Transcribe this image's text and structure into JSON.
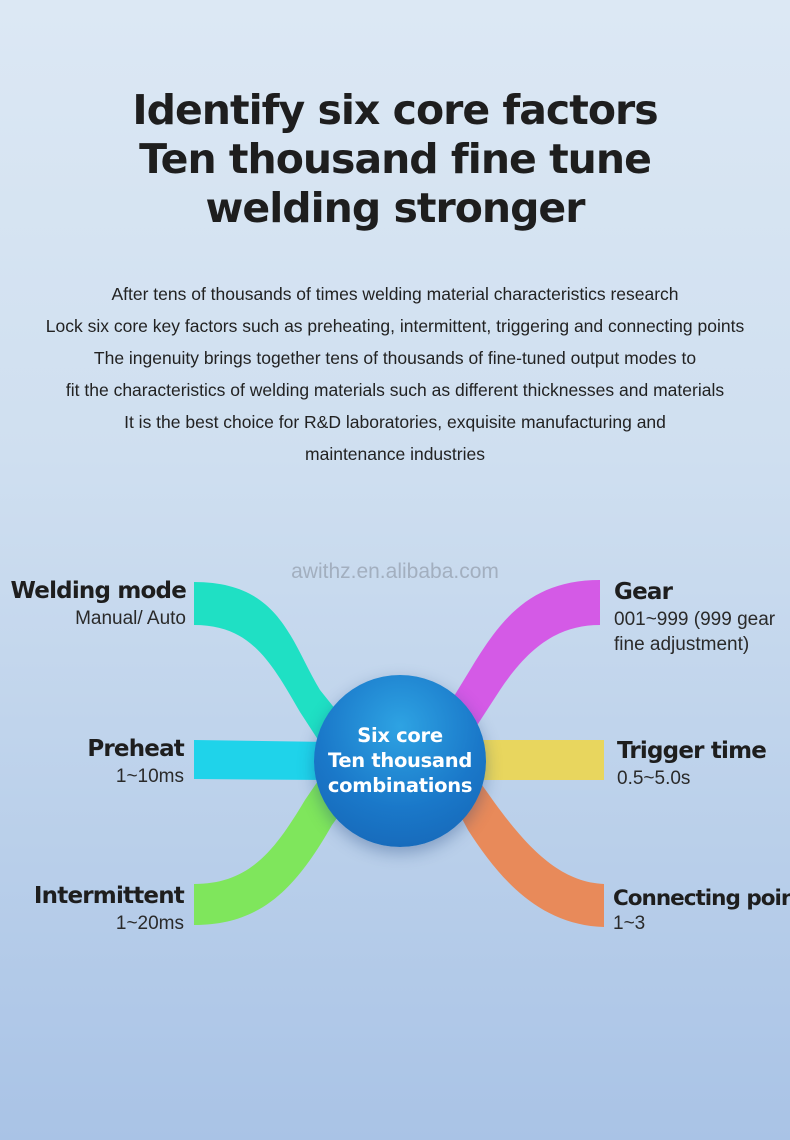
{
  "headline": [
    "Identify six core factors",
    "Ten thousand fine tune",
    "welding stronger"
  ],
  "intro": [
    "After tens of thousands of times welding material characteristics research",
    "Lock six core key factors such as preheating, intermittent, triggering and connecting points",
    "The ingenuity brings together tens of thousands of fine-tuned output modes to",
    "fit the characteristics of welding materials such as different thicknesses and materials",
    "It is the best choice for R&D laboratories, exquisite manufacturing and",
    "maintenance industries"
  ],
  "watermark": "awithz.en.alibaba.com",
  "hub": [
    "Six core",
    "Ten thousand",
    "combinations"
  ],
  "factors": {
    "welding_mode": {
      "title": "Welding mode",
      "value": "Manual/ Auto",
      "color": "#1fe0c4"
    },
    "preheat": {
      "title": "Preheat",
      "value": "1~10ms",
      "color": "#1fd3ea"
    },
    "intermittent": {
      "title": "Intermittent",
      "value": "1~20ms",
      "color": "#7fe65c"
    },
    "gear": {
      "title": "Gear",
      "value_line1": "001~999 (999 gear",
      "value_line2": "fine adjustment)",
      "color": "#d45ae6"
    },
    "trigger_time": {
      "title": "Trigger time",
      "value": "0.5~5.0s",
      "color": "#e8d65e"
    },
    "connecting_point": {
      "title": "Connecting point",
      "value": "1~3",
      "color": "#e88a5a"
    }
  }
}
